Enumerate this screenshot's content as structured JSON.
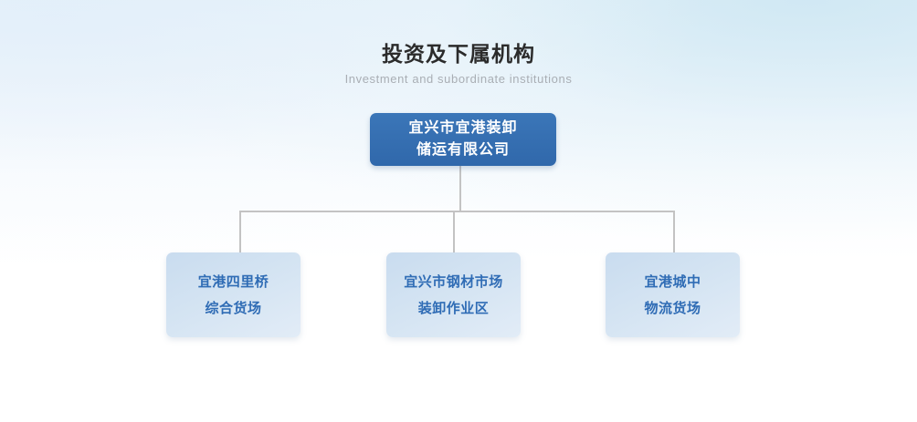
{
  "heading": {
    "title": "投资及下属机构",
    "subtitle": "Investment and subordinate institutions"
  },
  "colors": {
    "root_node_fill": "#3570b4",
    "root_node_text": "#ffffff",
    "child_node_fill": "#d2e1f1",
    "child_node_text": "#2f6cb5",
    "connector_line": "#c3c3c3",
    "title_text": "#2b2b2b",
    "subtitle_text": "#a9aeb4",
    "background_wash": "#e4eff6"
  },
  "org_chart": {
    "root": {
      "name": "宜兴市宜港装卸储运有限公司",
      "lines": [
        "宜兴市宜港装卸",
        "储运有限公司"
      ]
    },
    "children": [
      {
        "name": "宜港四里桥综合货场",
        "lines": [
          "宜港四里桥",
          "综合货场"
        ]
      },
      {
        "name": "宜兴市钢材市场装卸作业区",
        "lines": [
          "宜兴市钢材市场",
          "装卸作业区"
        ]
      },
      {
        "name": "宜港城中物流货场",
        "lines": [
          "宜港城中",
          "物流货场"
        ]
      }
    ]
  }
}
